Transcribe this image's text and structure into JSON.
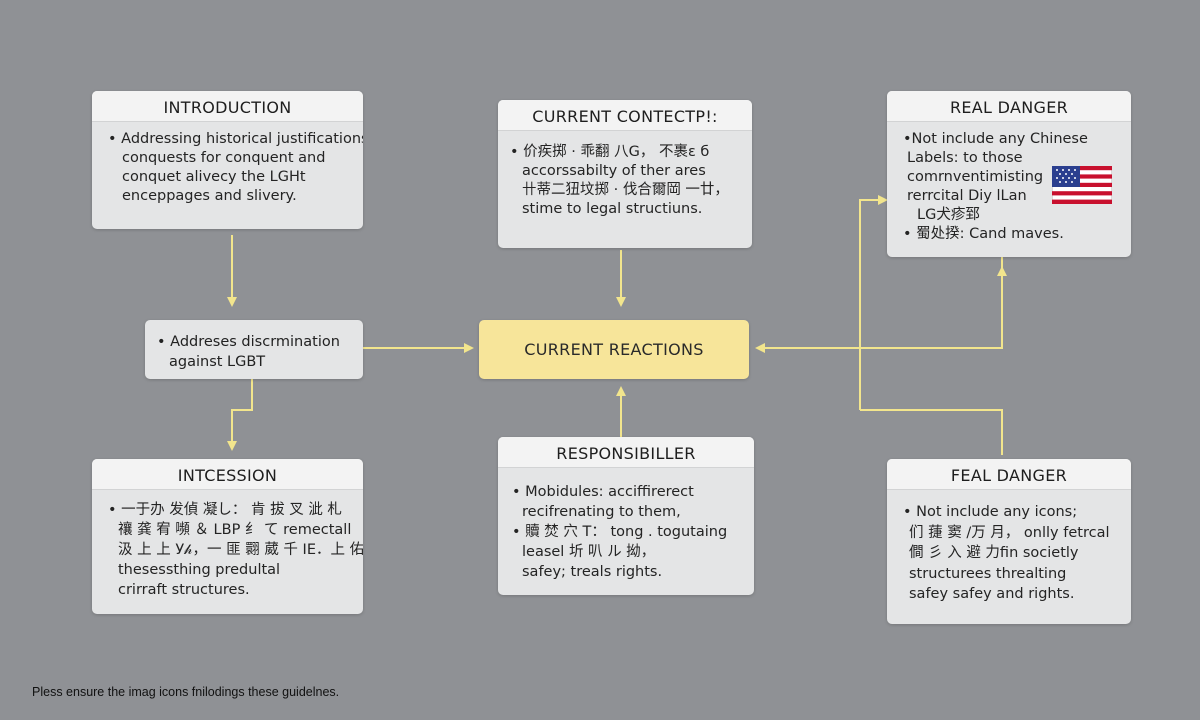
{
  "diagram": {
    "nodes": {
      "introduction": {
        "title": "INTRODUCTION",
        "lines": [
          "• Addressing historical justifications",
          "conquests for conquent and",
          "conquet alivecy the LGHt",
          "enceppages and slivery."
        ]
      },
      "current_context": {
        "title": "CURRENT CONTECTP!:",
        "lines": [
          "• 价疾掷 · 乖翻 八G，  不裹ɛ б",
          "accorssabilty of ther ares",
          "卄蒂二狃坟掷 · 伐合爾岡 一廿，",
          "stime to legal structiuns."
        ]
      },
      "real_danger": {
        "title": "REAL DANGER",
        "lines": [
          "•Not include any Chinese",
          "Labels: to those",
          "comrnventimisting",
          "rerrcital Diy lLan",
          "LG犬疹郅",
          "• 蜀处揆: Cand maves."
        ]
      },
      "discrimination": {
        "lines": [
          "• Addreses discrmination",
          "against LGBT"
        ]
      },
      "current_reactions": {
        "title": "CURRENT REACTIONS"
      },
      "intcession": {
        "title": "INTCESSION",
        "lines": [
          "• 一于办 发偵 凝し：  肯 拔 叉 泚 札",
          "禳 龚 宥 嚬 ＆  LBP 纟 て  remectall",
          "汲 上 上 У𝒽，一 匪 翾 葳 千 IE．上 佑，",
          "thesessthing predultal",
          "crirraft structures."
        ]
      },
      "responsibiller": {
        "title": "RESPONSIBILLER",
        "lines": [
          "• Mobidules: acciffirerect",
          "recifrenating to them,",
          "• 贖 焚 穴 T：  tong . togutaing",
          "leasel 圻 叭 ル 拗，",
          "safey; treals rights."
        ]
      },
      "feal_danger": {
        "title": "FEAL DANGER",
        "lines": [
          "• Not include any icons;",
          "们 蓵 窦 /万 月， onlly fetrcal",
          "僴 彡 入 避 力fin societly",
          "structurees threalting",
          "safey safey and rights."
        ]
      }
    },
    "flag_icon": "us-flag-icon",
    "colors": {
      "background": "#8f9195",
      "box": "#e4e5e6",
      "highlight": "#f7e59a",
      "connector": "#f2e58d"
    }
  },
  "footer": {
    "text": "Pless ensure the imag icons fnilodings these guidelnes."
  }
}
